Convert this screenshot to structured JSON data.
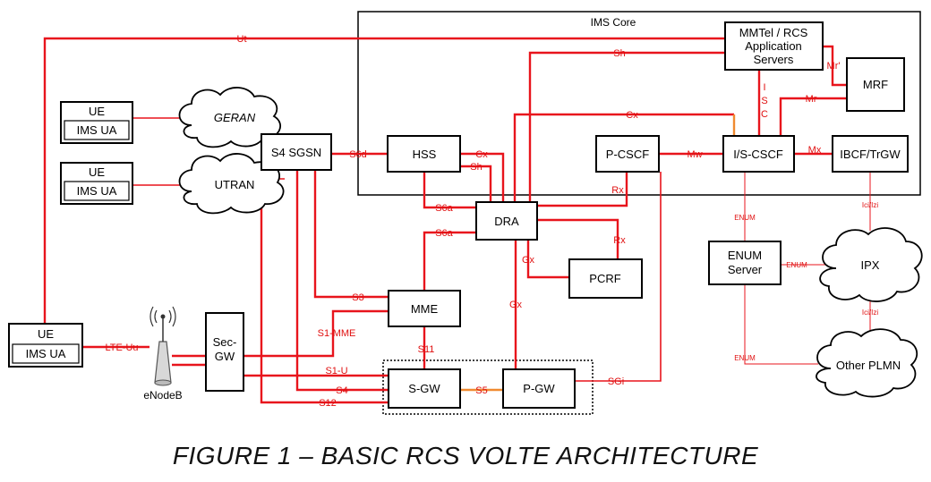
{
  "caption": "FIGURE 1 – BASIC RCS VOLTE ARCHITECTURE",
  "ims_core_label": "IMS Core",
  "nodes": {
    "ue_geran": {
      "title": "UE",
      "sub": "IMS UA"
    },
    "ue_utran": {
      "title": "UE",
      "sub": "IMS UA"
    },
    "ue_lte": {
      "title": "UE",
      "sub": "IMS UA"
    },
    "geran": "GERAN",
    "utran": "UTRAN",
    "s4sgsn": "S4 SGSN",
    "hss": "HSS",
    "dra": "DRA",
    "pcscf": "P-CSCF",
    "iscscf": "I/S-CSCF",
    "mmtel": [
      "MMTel / RCS",
      "Application",
      "Servers"
    ],
    "mrf": "MRF",
    "ibcf": "IBCF/TrGW",
    "pcrf": "PCRF",
    "mme": "MME",
    "secgw": [
      "Sec-",
      "GW"
    ],
    "sgw": "S-GW",
    "pgw": "P-GW",
    "enum_server": [
      "ENUM",
      "Server"
    ],
    "ipx": "IPX",
    "other_plmn": "Other PLMN",
    "enodeb": "eNodeB"
  },
  "interfaces": {
    "ut": "Ut",
    "sh_top": "Sh",
    "mr_prime": "Mr'",
    "isc": [
      "I",
      "S",
      "C"
    ],
    "mr": "Mr",
    "cx_top": "Cx",
    "s6d": "S6d",
    "cx": "Cx",
    "sh": "Sh",
    "mw": "Mw",
    "mx": "Mx",
    "rx1": "Rx",
    "s6a_hss": "S6a",
    "s6a_mme": "S6a",
    "rx2": "Rx",
    "gx1": "Gx",
    "gx2": "Gx",
    "s3": "S3",
    "s1mme": "S1-MME",
    "s11": "S11",
    "lteuu": "LTE-Uu",
    "s1u": "S1-U",
    "s4": "S4",
    "s5": "S5",
    "s12": "S12",
    "sgi": "SGi",
    "enum_1": "ENUM",
    "enum_2": "ENUM",
    "enum_3": "ENUM",
    "iciizi_1": "Ici/Izi",
    "iciizi_2": "Ici/Izi"
  }
}
